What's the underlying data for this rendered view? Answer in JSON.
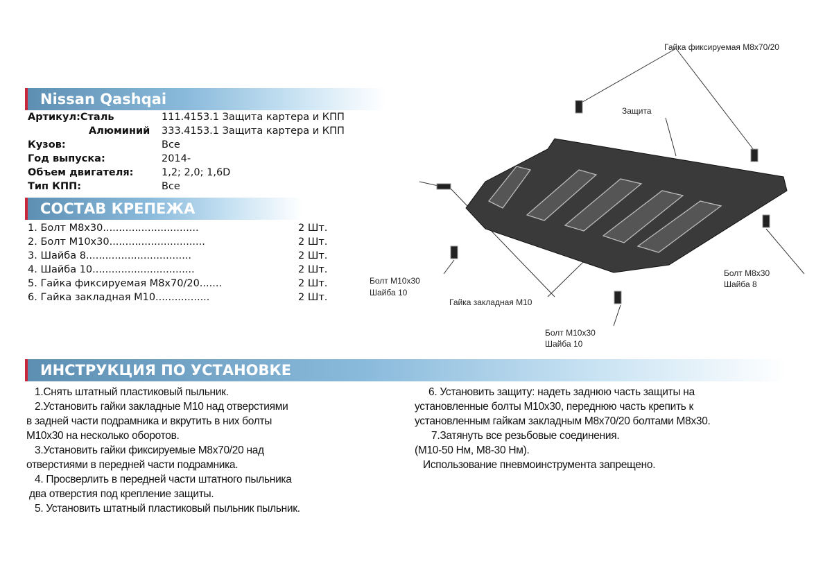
{
  "model": "Nissan Qashqai",
  "specs": {
    "article_label": "Артикул:Сталь",
    "article_steel": "111.4153.1 Защита картера и КПП",
    "aluminium_label": "Алюминий",
    "article_aluminium": "333.4153.1 Защита картера и КПП",
    "body_label": "Кузов:",
    "body": "Все",
    "year_label": "Год выпуска:",
    "year": "2014-",
    "engine_label": "Объем двигателя:",
    "engine": "1,2; 2,0; 1,6D",
    "gearbox_label": "Тип КПП:",
    "gearbox": "Все"
  },
  "fasteners_title": "СОСТАВ КРЕПЕЖА",
  "fasteners": [
    {
      "name": "1. Болт М8х30..............................",
      "qty": "2 Шт."
    },
    {
      "name": "2. Болт М10х30..............................",
      "qty": "2 Шт."
    },
    {
      "name": "3. Шайба 8.................................",
      "qty": "2 Шт."
    },
    {
      "name": "4. Шайба 10................................",
      "qty": "2 Шт."
    },
    {
      "name": "5. Гайка фиксируемая М8х70/20.......",
      "qty": "2 Шт."
    },
    {
      "name": "6. Гайка закладная М10.................",
      "qty": "2 Шт."
    }
  ],
  "diagram_labels": {
    "nut_fixed": "Гайка фиксируемая М8х70/20",
    "guard": "Защита",
    "bolt_m8": "Болт М8х30",
    "washer_8": "Шайба 8",
    "bolt_m10_left": "Болт М10х30",
    "washer_10_left": "Шайба 10",
    "nut_embedded": "Гайка закладная М10",
    "bolt_m10_bottom": "Болт М10х30",
    "washer_10_bottom": "Шайба 10"
  },
  "instructions_title": "ИНСТРУКЦИЯ ПО УСТАНОВКЕ",
  "instructions_left": [
    "   1.Снять штатный пластиковый пыльник.",
    "   2.Установить гайки закладные М10 над отверстиями",
    "в задней части подрамника и вкрутить в них болты",
    "М10х30 на несколько оборотов.",
    "   3.Установить гайки фиксируемые М8х70/20 над",
    "отверстиями в передней части подрамника.",
    "   4. Просверлить в передней части штатного пыльника",
    " два отверстия под крепление защиты.",
    "   5. Установить штатный пластиковый пыльник пыльник."
  ],
  "instructions_right": [
    "     6. Установить защиту: надеть заднюю часть защиты на",
    "установленные болты М10х30, переднюю часть крепить к",
    "установленным гайкам закладным М8х70/20 болтами М8х30.",
    "      7.Затянуть все резьбовые соединения.",
    "(М10-50 Нм, М8-30 Нм).",
    "   Использование пневмоинструмента запрещено."
  ]
}
